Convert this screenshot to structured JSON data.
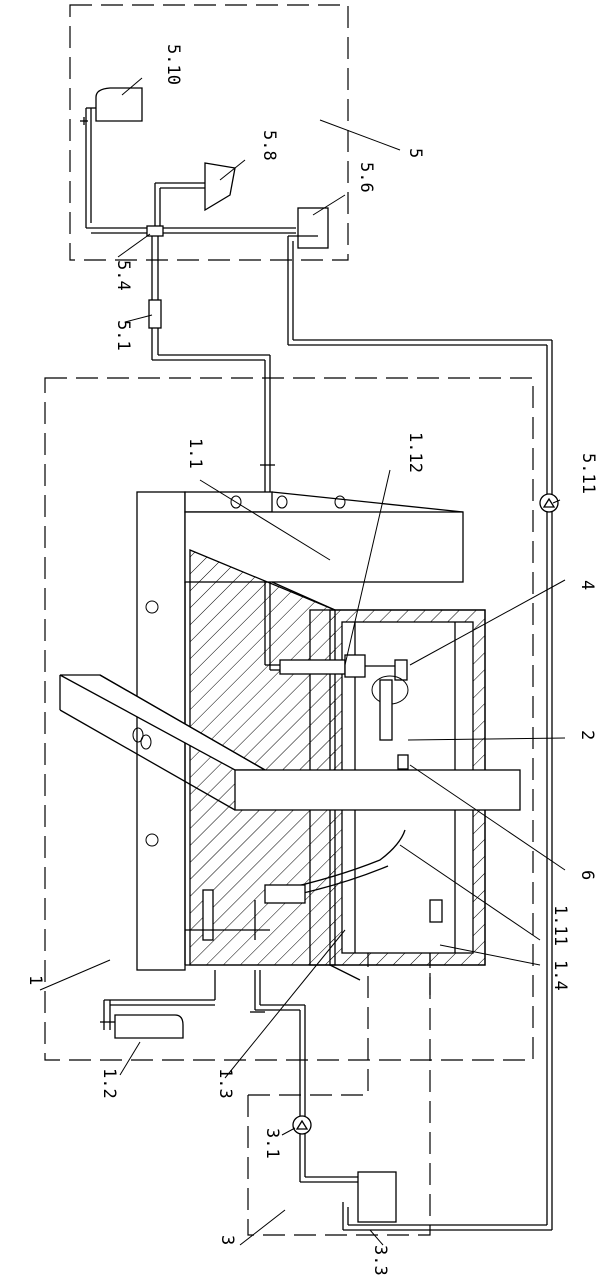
{
  "labels": {
    "l_5_10": "5.10",
    "l_5_8": "5.8",
    "l_5_6": "5.6",
    "l_5": "5",
    "l_5_4": "5.4",
    "l_5_1": "5.1",
    "l_1_1": "1.1",
    "l_1_12": "1.12",
    "l_5_11": "5.11",
    "l_4": "4",
    "l_2": "2",
    "l_6": "6",
    "l_1_11": "1.11",
    "l_1_4": "1.4",
    "l_1": "1",
    "l_1_2": "1.2",
    "l_1_3": "1.3",
    "l_3_1": "3.1",
    "l_3": "3",
    "l_3_3": "3.3"
  },
  "colors": {
    "line": "#000000",
    "background": "#ffffff"
  }
}
